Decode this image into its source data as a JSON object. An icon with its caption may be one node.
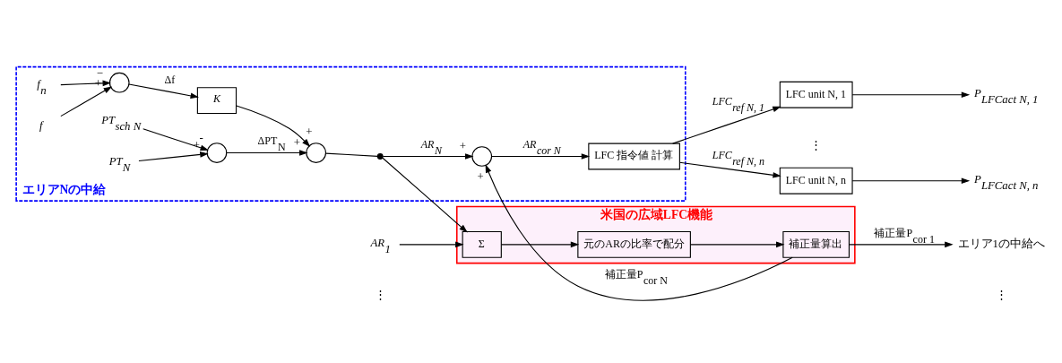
{
  "diagram": {
    "nodes": [
      {
        "text": [
          "米国の広域LFC機能"
        ]
      },
      {
        "text": [
          "Σ"
        ],
        "in": 0
      },
      {
        "text": [
          "元のARの比率で配分"
        ],
        "in": 0
      },
      {
        "text": [
          "補正量算出"
        ],
        "in": 0
      },
      {
        "text": [
          "AR$_{1}$"
        ]
      },
      {
        "text": [
          "エリア1の中給へ"
        ]
      },
      {
        "text": [
          "エリアNの中給"
        ]
      },
      {
        "text": [
          "f$_{n}$"
        ],
        "in": 6
      },
      {
        "text": [
          "f"
        ],
        "in": 6
      },
      {
        "text": [],
        "shape": "circle",
        "in": 6
      },
      {
        "text": [
          "K"
        ],
        "in": 6
      },
      {
        "text": [],
        "shape": "circle",
        "in": 6
      },
      {
        "text": [
          "PT$_{sch N}$"
        ],
        "in": 6
      },
      {
        "text": [
          "PT$_{N}$"
        ],
        "in": 6
      },
      {
        "text": [],
        "shape": "circle",
        "in": 6
      },
      {
        "text": [],
        "shape": "dot",
        "in": 6
      },
      {
        "text": [],
        "shape": "circle",
        "in": 6
      },
      {
        "text": [
          "LFC 指令値 計算"
        ],
        "in": 6
      },
      {
        "text": [
          "LFC unit N, 1"
        ]
      },
      {
        "text": [
          "LFC unit N, n"
        ]
      },
      {
        "text": [
          "P$_{LFCact N, 1}$"
        ]
      },
      {
        "text": [
          "P$_{LFCact N, n}$"
        ]
      }
    ],
    "edges": [
      {
        "from": 4,
        "to": 1,
        "arrow": "to"
      },
      {
        "from": 15,
        "to": 1,
        "arrow": "to"
      },
      {
        "from": 1,
        "to": 2,
        "arrow": "to"
      },
      {
        "from": 2,
        "to": 3,
        "arrow": "to"
      },
      {
        "from": 3,
        "to": 5,
        "arrow": "to",
        "label": "補正量P$_{cor 1}$"
      },
      {
        "from": 3,
        "to": 16,
        "arrow": "to",
        "label": "補正量P$_{cor N}$"
      },
      {
        "from": 7,
        "to": 9,
        "arrow": "to"
      },
      {
        "from": 8,
        "to": 9,
        "arrow": "to"
      },
      {
        "from": 9,
        "to": 10,
        "arrow": "to",
        "label": "Δf"
      },
      {
        "from": 10,
        "to": 11,
        "arrow": "to"
      },
      {
        "from": 12,
        "to": 14,
        "arrow": "to"
      },
      {
        "from": 13,
        "to": 14,
        "arrow": "to"
      },
      {
        "from": 14,
        "to": 11,
        "arrow": "to",
        "label": "ΔPT$_{N}$"
      },
      {
        "from": 11,
        "to": 15,
        "arrow": "none"
      },
      {
        "from": 15,
        "to": 16,
        "arrow": "to",
        "label": "AR$_{N}$"
      },
      {
        "from": 16,
        "to": 17,
        "arrow": "to",
        "label": "AR$_{cor N}$"
      },
      {
        "from": 17,
        "to": 18,
        "arrow": "to",
        "label": "LFC$_{ref N, 1}$"
      },
      {
        "from": 17,
        "to": 19,
        "arrow": "to",
        "label": "LFC$_{ref N, n}$"
      },
      {
        "from": 18,
        "to": 20,
        "arrow": "to"
      },
      {
        "from": 19,
        "to": 21,
        "arrow": "to"
      }
    ],
    "labels": [
      "⋮",
      "⋮",
      "−",
      "+",
      "+",
      "+",
      "+",
      "⋮",
      "+",
      "-",
      "+"
    ]
  }
}
